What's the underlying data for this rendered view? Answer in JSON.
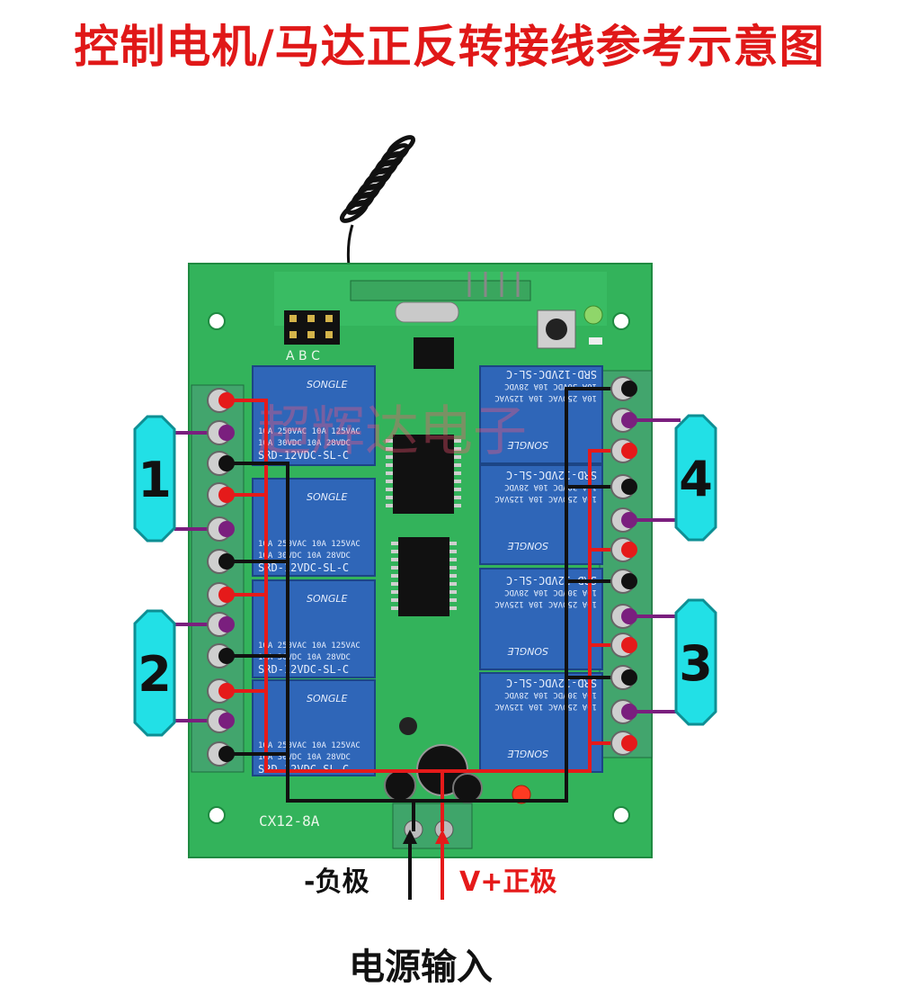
{
  "title": "控制电机/马达正反转接线参考示意图",
  "groups": [
    "1",
    "2",
    "3",
    "4"
  ],
  "power": {
    "negative_label": "-负极",
    "positive_label": "V+正极",
    "input_label": "电源输入"
  },
  "board": {
    "model": "CX12-8A",
    "relay_brand": "SONGLE",
    "relay_model": "SRD-12VDC-SL-C",
    "relay_rating_1": "10A 250VAC  10A 125VAC",
    "relay_rating_2": "10A 30VDC  10A 28VDC",
    "header_pins": "A B C",
    "watermark": "超辉达电子"
  },
  "colors": {
    "title": "#e01818",
    "board": "#2fb55a",
    "relay": "#2f66b8",
    "terminal": "#3fa56a",
    "red_wire": "#e51a1a",
    "black_wire": "#111111",
    "purple_wire": "#7a1f7e",
    "group_badge": "#22e0e6"
  },
  "wire_colors_per_terminal": [
    "red",
    "purple",
    "black"
  ]
}
